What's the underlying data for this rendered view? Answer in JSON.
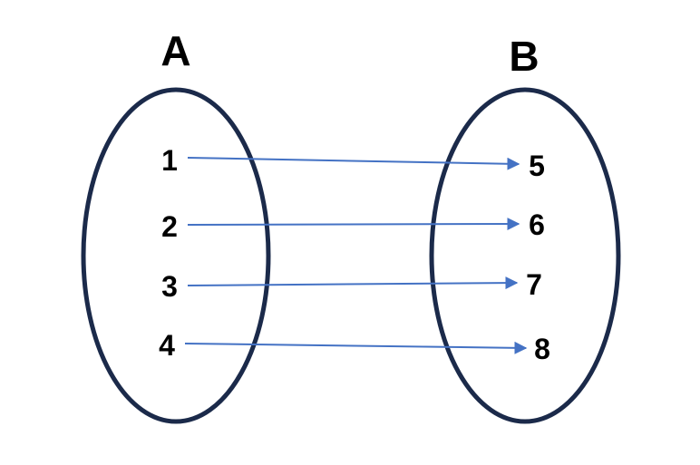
{
  "diagram": {
    "set_a": {
      "label": "A",
      "elements": [
        "1",
        "2",
        "3",
        "4"
      ]
    },
    "set_b": {
      "label": "B",
      "elements": [
        "5",
        "6",
        "7",
        "8"
      ]
    },
    "mappings": [
      {
        "from": "1",
        "to": "5"
      },
      {
        "from": "2",
        "to": "6"
      },
      {
        "from": "3",
        "to": "7"
      },
      {
        "from": "4",
        "to": "8"
      }
    ],
    "colors": {
      "ellipse_stroke": "#1b2a4a",
      "arrow": "#4472c4",
      "text": "#000000"
    }
  }
}
